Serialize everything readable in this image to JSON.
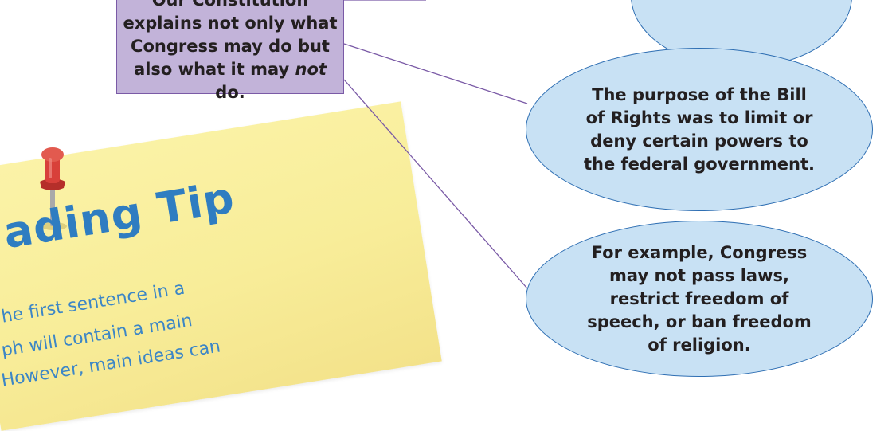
{
  "main_idea": {
    "before": "Our Constitution explains not only what Congress may do but also what it may ",
    "emphasis": "not",
    "after": " do."
  },
  "details": [
    {
      "text": ""
    },
    {
      "text": "The purpose of the Bill of Rights was to limit or deny certain powers to the federal government."
    },
    {
      "text": "For example, Congress may not pass laws, restrict freedom of speech, or ban freedom of religion."
    }
  ],
  "reading_tip": {
    "heading": "ading Tip",
    "lines": [
      "he first sentence in a",
      "ph will contain a main",
      "However, main ideas can"
    ]
  },
  "colors": {
    "main_fill": "#c2b3d9",
    "main_border": "#7a5aa6",
    "oval_fill": "#c8e1f4",
    "oval_border": "#2f6fb3",
    "note_fill": "#f8ed99",
    "note_text": "#2f7dc1",
    "pin": "#d8403a"
  }
}
